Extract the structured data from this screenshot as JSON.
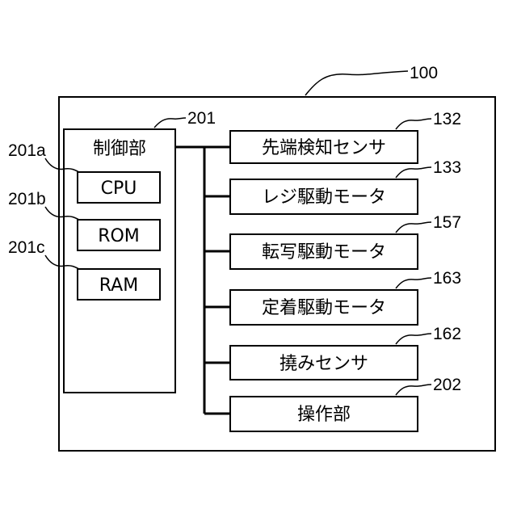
{
  "outer": {
    "ref": "100"
  },
  "controller": {
    "label": "制御部",
    "ref": "201",
    "components": [
      {
        "label": "CPU",
        "ref": "201a"
      },
      {
        "label": "ROM",
        "ref": "201b"
      },
      {
        "label": "RAM",
        "ref": "201c"
      }
    ]
  },
  "devices": [
    {
      "label": "先端検知センサ",
      "ref": "132"
    },
    {
      "label": "レジ駆動モータ",
      "ref": "133"
    },
    {
      "label": "転写駆動モータ",
      "ref": "157"
    },
    {
      "label": "定着駆動モータ",
      "ref": "163"
    },
    {
      "label": "撓みセンサ",
      "ref": "162"
    },
    {
      "label": "操作部",
      "ref": "202"
    }
  ]
}
